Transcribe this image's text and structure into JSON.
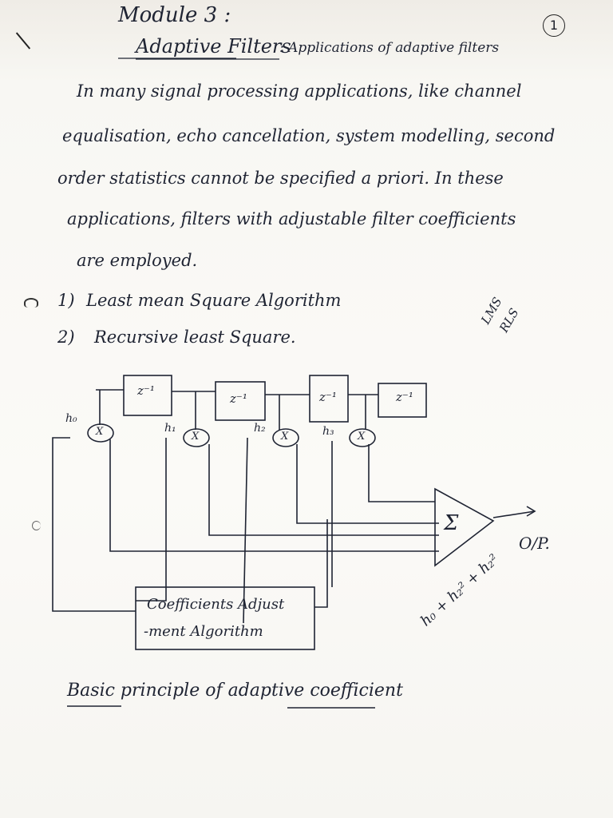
{
  "page": {
    "page_number": "1",
    "module": "Module 3 :",
    "heading_topic": "Adaptive Filters",
    "heading_sub": ": Applications of adaptive filters"
  },
  "body_lines": [
    "In many signal processing applications, like channel",
    "equalisation, echo cancellation, system modelling, second",
    "order statistics cannot be specified a priori. In these",
    "applications, filters with adjustable filter coefficients",
    "are employed."
  ],
  "algorithms": [
    {
      "num": "1)",
      "label": "Least mean Square Algorithm"
    },
    {
      "num": "2)",
      "label": "Recursive least Square."
    }
  ],
  "side_note": {
    "line1": "LMS",
    "line2": "RLS"
  },
  "diagram": {
    "delay_label": "z⁻¹",
    "weights": [
      "h₀",
      "h₁",
      "h₂",
      "h₃"
    ],
    "multiplier": "X",
    "sum": "Σ",
    "output": "O/P.",
    "block_line1": "Coefficients Adjust",
    "block_line2": "-ment Algorithm",
    "expression": "h₀ + h₂² + h₂²"
  },
  "caption": "Basic principle of adaptive coefficient",
  "colors": {
    "ink": "#1f2433",
    "paper": "#fbfaf7"
  }
}
